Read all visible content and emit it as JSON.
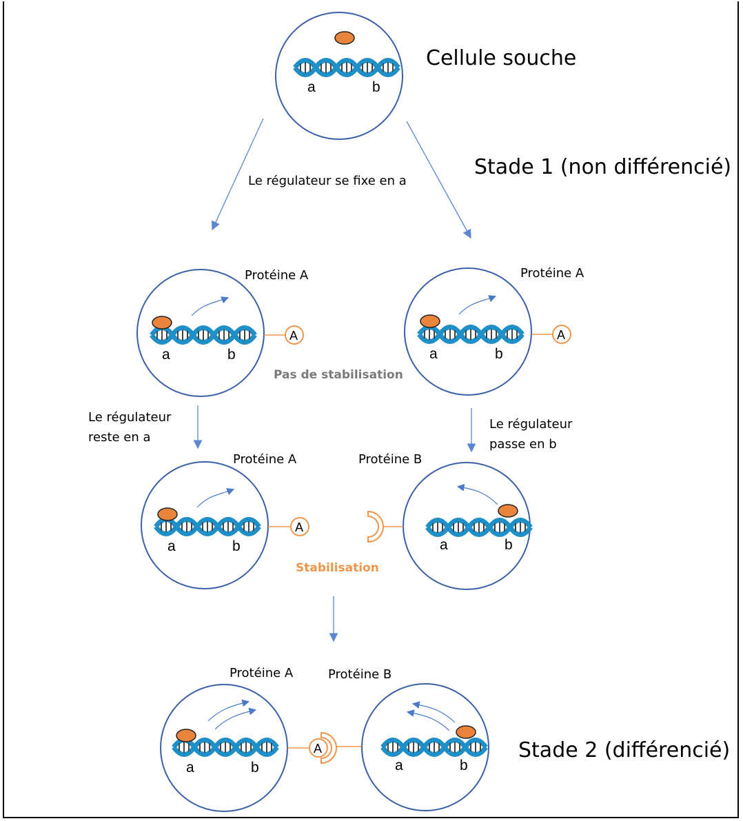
{
  "colors": {
    "cell_border": "#3b5fa6",
    "dna": "#1f8fc8",
    "regulator": "#e8843c",
    "protein_line": "#f0954a",
    "arrow": "#5b87cf",
    "text_grey": "#7a7a7a"
  },
  "stem_cell": {
    "label": "Cellule souche",
    "gene_a": "a",
    "gene_b": "b"
  },
  "stages": {
    "stage1": "Stade 1 (non différencié)",
    "stage2": "Stade 2 (différencié)"
  },
  "arrows": {
    "fix": "Le régulateur se fixe en  a",
    "stay_1": "Le régulateur",
    "stay_2": "reste en a",
    "move_1": "Le régulateur",
    "move_2": "passe en b"
  },
  "proteins": {
    "a": "Protéine A",
    "b": "Protéine B",
    "symbol_a": "A"
  },
  "status": {
    "no_stab": "Pas de stabilisation",
    "stab": "Stabilisation"
  },
  "genes": {
    "a": "a",
    "b": "b"
  }
}
